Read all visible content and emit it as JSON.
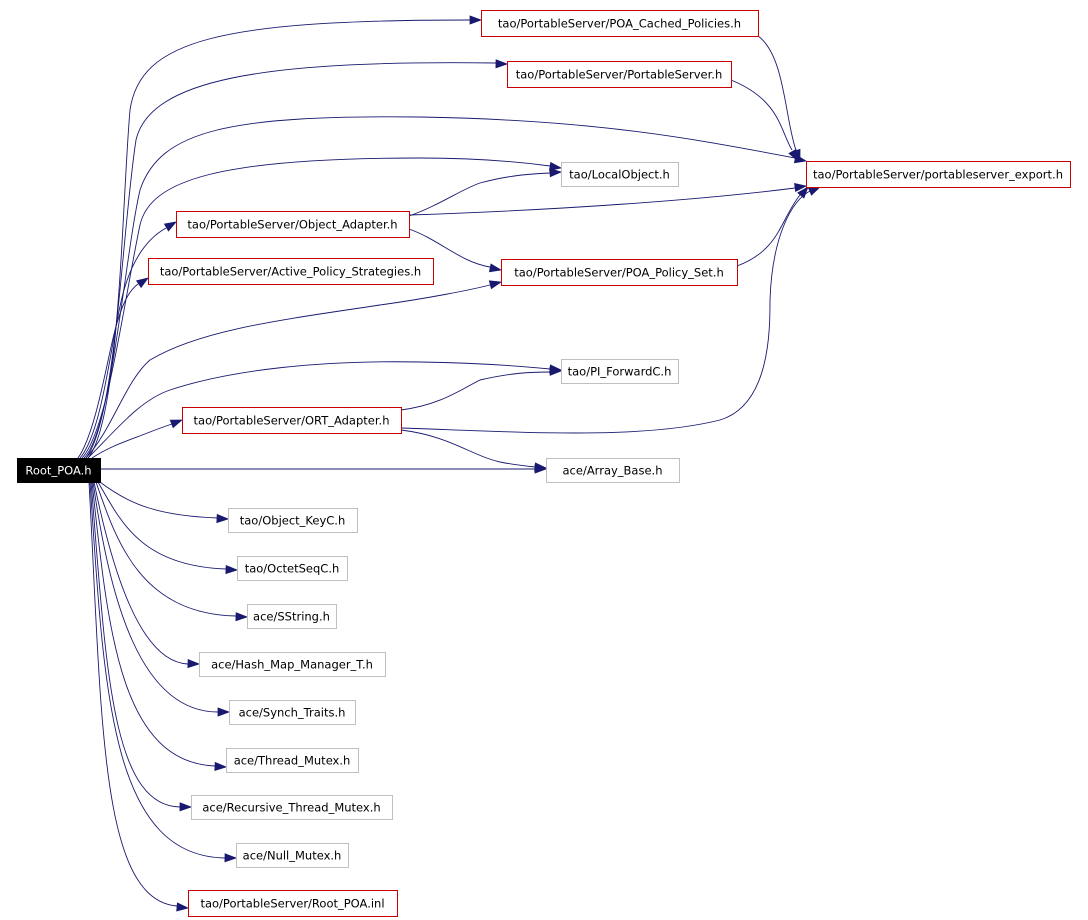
{
  "colors": {
    "edge": "#191970",
    "documented_border": "#cc0000",
    "undocumented_border": "#bfbfbf",
    "root_fill": "#000000",
    "root_text": "#ffffff",
    "text": "#000000"
  },
  "nodes": [
    {
      "id": "root_poa_h",
      "label": "Root_POA.h",
      "style": "root"
    },
    {
      "id": "poa_cached_policies",
      "label": "tao/PortableServer/POA_Cached_Policies.h",
      "style": "documented"
    },
    {
      "id": "portableserver_h",
      "label": "tao/PortableServer/PortableServer.h",
      "style": "documented"
    },
    {
      "id": "portableserver_export",
      "label": "tao/PortableServer/portableserver_export.h",
      "style": "documented"
    },
    {
      "id": "localobject",
      "label": "tao/LocalObject.h",
      "style": "plain"
    },
    {
      "id": "object_adapter",
      "label": "tao/PortableServer/Object_Adapter.h",
      "style": "documented"
    },
    {
      "id": "active_policy_strategies",
      "label": "tao/PortableServer/Active_Policy_Strategies.h",
      "style": "documented"
    },
    {
      "id": "poa_policy_set",
      "label": "tao/PortableServer/POA_Policy_Set.h",
      "style": "documented"
    },
    {
      "id": "pi_forwardc",
      "label": "tao/PI_ForwardC.h",
      "style": "plain"
    },
    {
      "id": "ort_adapter",
      "label": "tao/PortableServer/ORT_Adapter.h",
      "style": "documented"
    },
    {
      "id": "array_base",
      "label": "ace/Array_Base.h",
      "style": "plain"
    },
    {
      "id": "object_keyc",
      "label": "tao/Object_KeyC.h",
      "style": "plain"
    },
    {
      "id": "octetseqc",
      "label": "tao/OctetSeqC.h",
      "style": "plain"
    },
    {
      "id": "sstring",
      "label": "ace/SString.h",
      "style": "plain"
    },
    {
      "id": "hash_map_manager",
      "label": "ace/Hash_Map_Manager_T.h",
      "style": "plain"
    },
    {
      "id": "synch_traits",
      "label": "ace/Synch_Traits.h",
      "style": "plain"
    },
    {
      "id": "thread_mutex",
      "label": "ace/Thread_Mutex.h",
      "style": "plain"
    },
    {
      "id": "recursive_thread_mutex",
      "label": "ace/Recursive_Thread_Mutex.h",
      "style": "plain"
    },
    {
      "id": "null_mutex",
      "label": "ace/Null_Mutex.h",
      "style": "plain"
    },
    {
      "id": "root_poa_inl",
      "label": "tao/PortableServer/Root_POA.inl",
      "style": "documented"
    }
  ],
  "edges": [
    [
      "root_poa_h",
      "poa_cached_policies"
    ],
    [
      "root_poa_h",
      "portableserver_h"
    ],
    [
      "root_poa_h",
      "portableserver_export"
    ],
    [
      "root_poa_h",
      "localobject"
    ],
    [
      "root_poa_h",
      "object_adapter"
    ],
    [
      "root_poa_h",
      "active_policy_strategies"
    ],
    [
      "root_poa_h",
      "poa_policy_set"
    ],
    [
      "root_poa_h",
      "pi_forwardc"
    ],
    [
      "root_poa_h",
      "ort_adapter"
    ],
    [
      "root_poa_h",
      "array_base"
    ],
    [
      "root_poa_h",
      "object_keyc"
    ],
    [
      "root_poa_h",
      "octetseqc"
    ],
    [
      "root_poa_h",
      "sstring"
    ],
    [
      "root_poa_h",
      "hash_map_manager"
    ],
    [
      "root_poa_h",
      "synch_traits"
    ],
    [
      "root_poa_h",
      "thread_mutex"
    ],
    [
      "root_poa_h",
      "recursive_thread_mutex"
    ],
    [
      "root_poa_h",
      "null_mutex"
    ],
    [
      "root_poa_h",
      "root_poa_inl"
    ],
    [
      "poa_cached_policies",
      "portableserver_export"
    ],
    [
      "portableserver_h",
      "portableserver_export"
    ],
    [
      "object_adapter",
      "localobject"
    ],
    [
      "object_adapter",
      "portableserver_export"
    ],
    [
      "object_adapter",
      "poa_policy_set"
    ],
    [
      "poa_policy_set",
      "portableserver_export"
    ],
    [
      "ort_adapter",
      "pi_forwardc"
    ],
    [
      "ort_adapter",
      "portableserver_export"
    ],
    [
      "ort_adapter",
      "array_base"
    ]
  ]
}
